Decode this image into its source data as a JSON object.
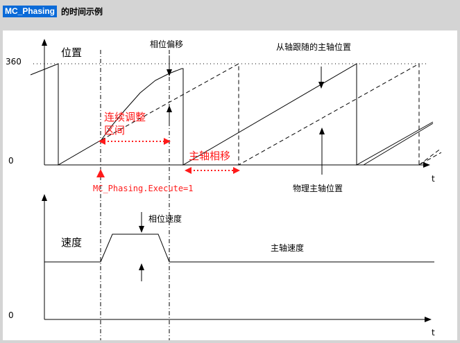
{
  "title": {
    "highlight": "MC_Phasing",
    "rest": "的时间示例"
  },
  "top_chart": {
    "y_label": "位置",
    "y_tick_360": "360",
    "y_tick_0": "0",
    "x_label": "t",
    "annotations": {
      "phase_offset": "相位偏移",
      "slave_followed_master": "从轴跟随的主轴位置",
      "continuous_adjust_line1": "连续调整",
      "continuous_adjust_line2": "区间",
      "master_phase_shift": "主轴相移",
      "physical_master": "物理主轴位置",
      "execute": "MC_Phasing.Execute=1"
    }
  },
  "bottom_chart": {
    "y_label": "速度",
    "y_tick_0": "0",
    "x_label": "t",
    "annotations": {
      "phase_velocity": "相位速度",
      "master_velocity": "主轴速度"
    }
  },
  "colors": {
    "accent_red": "#ff1a1a",
    "title_blue": "#0a6ad8",
    "frame_gray": "#d4d4d4"
  }
}
